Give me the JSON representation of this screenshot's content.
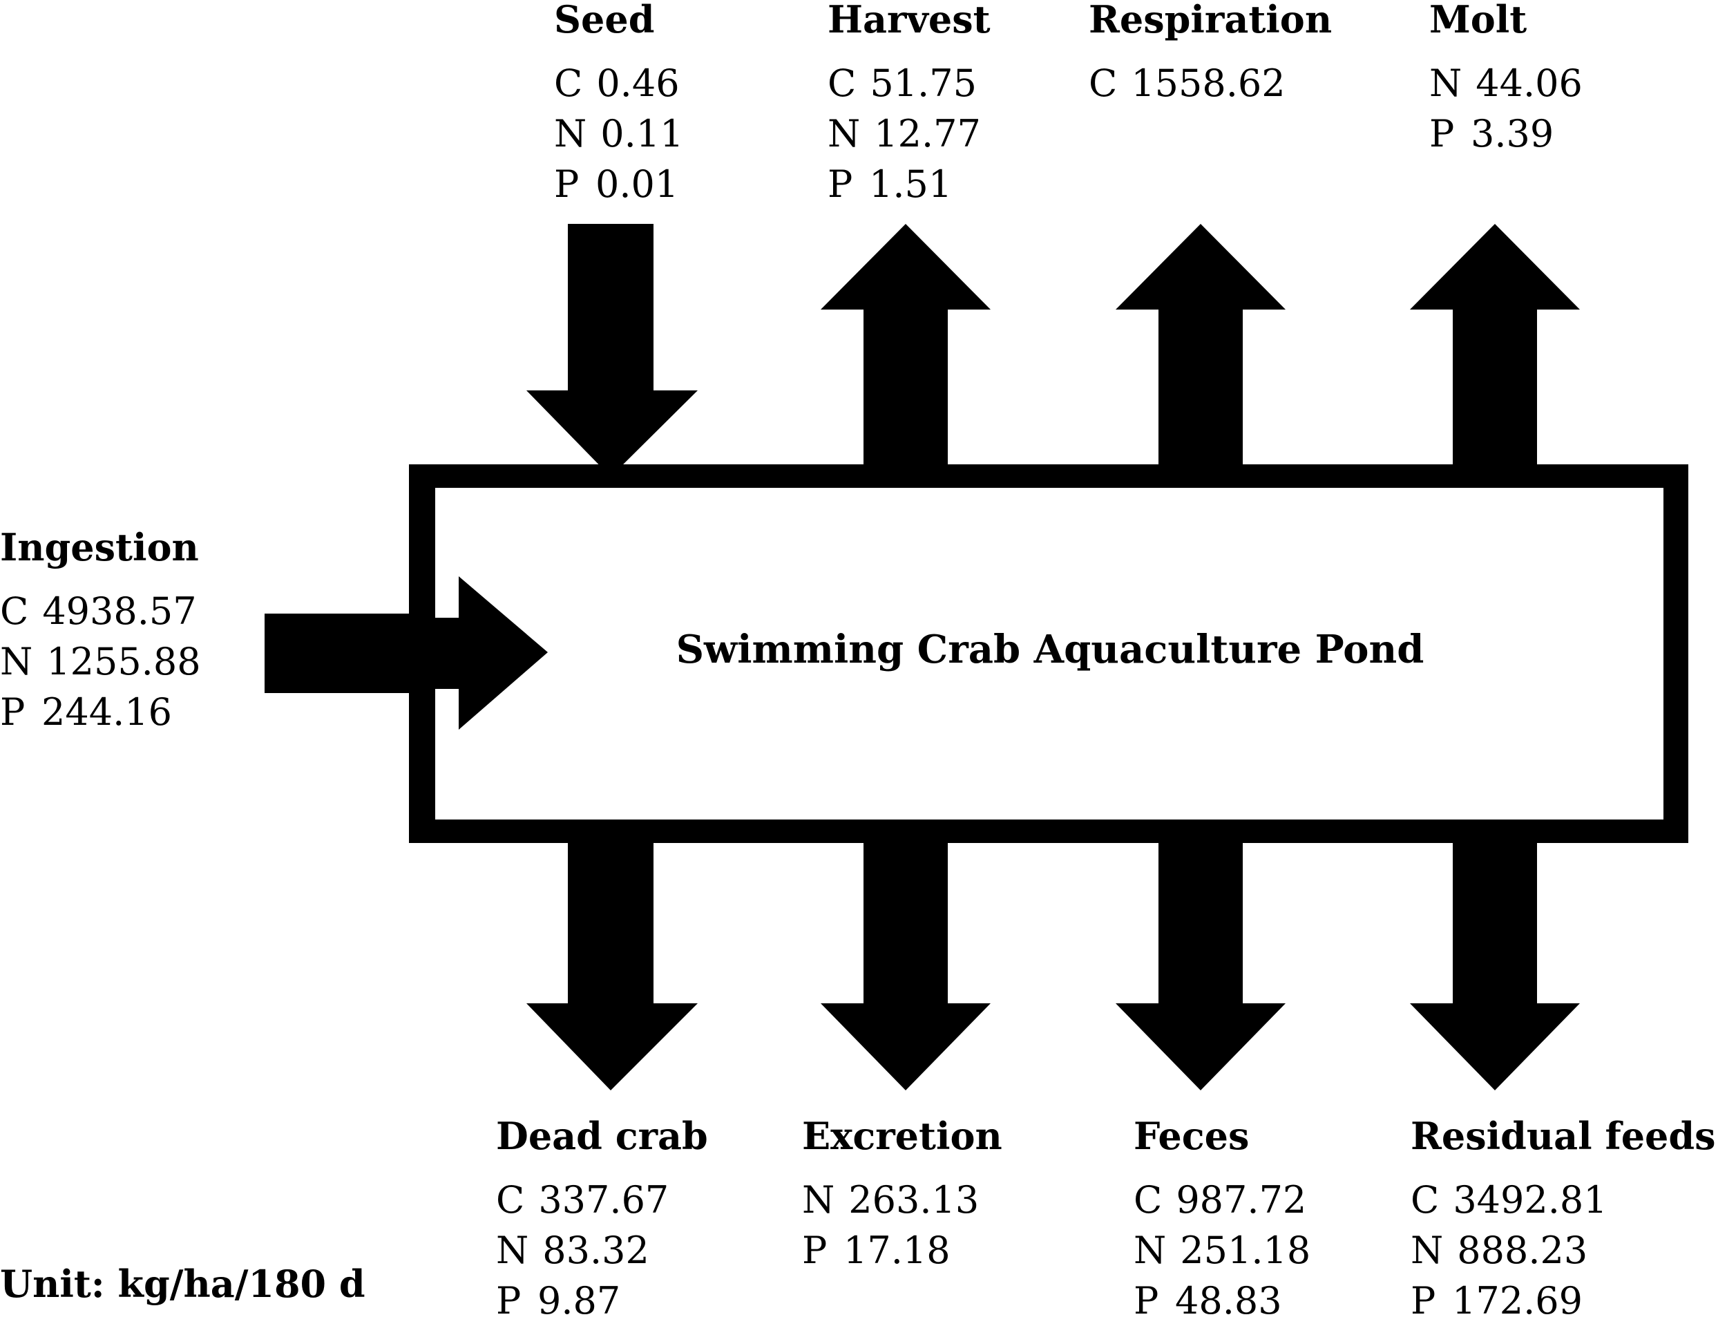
{
  "diagram": {
    "pond_title": "Swimming Crab Aquaculture Pond",
    "unit": "Unit: kg/ha/180 d",
    "colors": {
      "ink": "#000000",
      "background": "#ffffff"
    },
    "flows": [
      {
        "id": "seed",
        "name": "Seed",
        "direction": "in",
        "lines": [
          {
            "el": "C",
            "val": "0.46"
          },
          {
            "el": "N",
            "val": "0.11"
          },
          {
            "el": "P",
            "val": "0.01"
          }
        ]
      },
      {
        "id": "harvest",
        "name": "Harvest",
        "direction": "out",
        "lines": [
          {
            "el": "C",
            "val": "51.75"
          },
          {
            "el": "N",
            "val": "12.77"
          },
          {
            "el": "P",
            "val": "1.51"
          }
        ]
      },
      {
        "id": "respiration",
        "name": "Respiration",
        "direction": "out",
        "lines": [
          {
            "el": "C",
            "val": "1558.62"
          }
        ]
      },
      {
        "id": "molt",
        "name": "Molt",
        "direction": "out",
        "lines": [
          {
            "el": "N",
            "val": "44.06"
          },
          {
            "el": "P",
            "val": "3.39"
          }
        ]
      },
      {
        "id": "ingestion",
        "name": "Ingestion",
        "direction": "in",
        "lines": [
          {
            "el": "C",
            "val": "4938.57"
          },
          {
            "el": "N",
            "val": "1255.88"
          },
          {
            "el": "P",
            "val": "244.16"
          }
        ]
      },
      {
        "id": "dead-crab",
        "name": "Dead crab",
        "direction": "out",
        "lines": [
          {
            "el": "C",
            "val": "337.67"
          },
          {
            "el": "N",
            "val": "83.32"
          },
          {
            "el": "P",
            "val": "9.87"
          }
        ]
      },
      {
        "id": "excretion",
        "name": "Excretion",
        "direction": "out",
        "lines": [
          {
            "el": "N",
            "val": "263.13"
          },
          {
            "el": "P",
            "val": "17.18"
          }
        ]
      },
      {
        "id": "feces",
        "name": "Feces",
        "direction": "out",
        "lines": [
          {
            "el": "C",
            "val": "987.72"
          },
          {
            "el": "N",
            "val": "251.18"
          },
          {
            "el": "P",
            "val": "48.83"
          }
        ]
      },
      {
        "id": "residual-feeds",
        "name": "Residual feeds",
        "direction": "out",
        "lines": [
          {
            "el": "C",
            "val": "3492.81"
          },
          {
            "el": "N",
            "val": "888.23"
          },
          {
            "el": "P",
            "val": "172.69"
          }
        ]
      }
    ]
  }
}
